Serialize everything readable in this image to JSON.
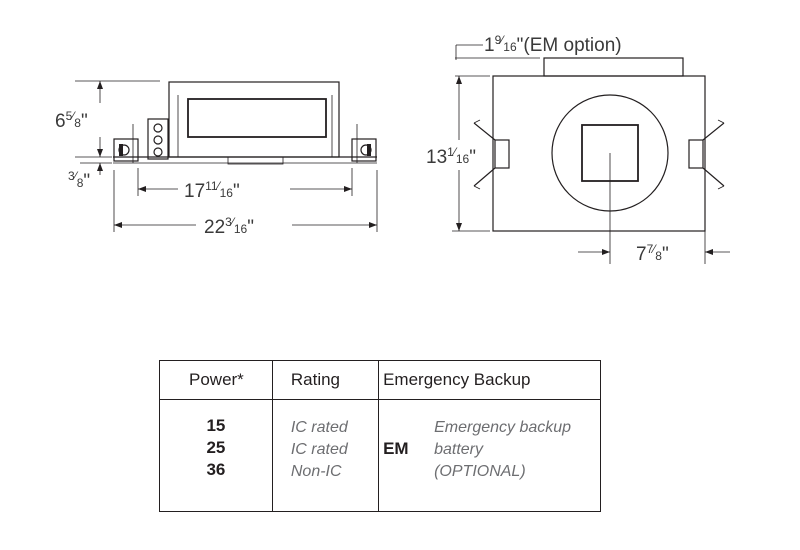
{
  "dimensions": {
    "height": {
      "whole": "6",
      "num": "5",
      "den": "8",
      "unit": "\""
    },
    "flange": {
      "whole": "",
      "num": "3",
      "den": "8",
      "unit": "\""
    },
    "housing_width": {
      "whole": "17",
      "num": "11",
      "den": "16",
      "unit": "\""
    },
    "overall_width": {
      "whole": "22",
      "num": "3",
      "den": "16",
      "unit": "\""
    },
    "em_option": {
      "whole": "1",
      "num": "9",
      "den": "16",
      "unit": "\"",
      "suffix": "(EM option)"
    },
    "plan_depth": {
      "whole": "13",
      "num": "1",
      "den": "16",
      "unit": "\""
    },
    "aperture": {
      "whole": "7",
      "num": "7",
      "den": "8",
      "unit": "\""
    }
  },
  "table": {
    "headers": {
      "power": "Power*",
      "rating": "Rating",
      "emergency": "Emergency Backup"
    },
    "power_values": [
      "15",
      "25",
      "36"
    ],
    "ratings": [
      "IC rated",
      "IC rated",
      "Non-IC"
    ],
    "em_code": "EM",
    "em_description": [
      "Emergency backup",
      "battery",
      "(OPTIONAL)"
    ]
  }
}
